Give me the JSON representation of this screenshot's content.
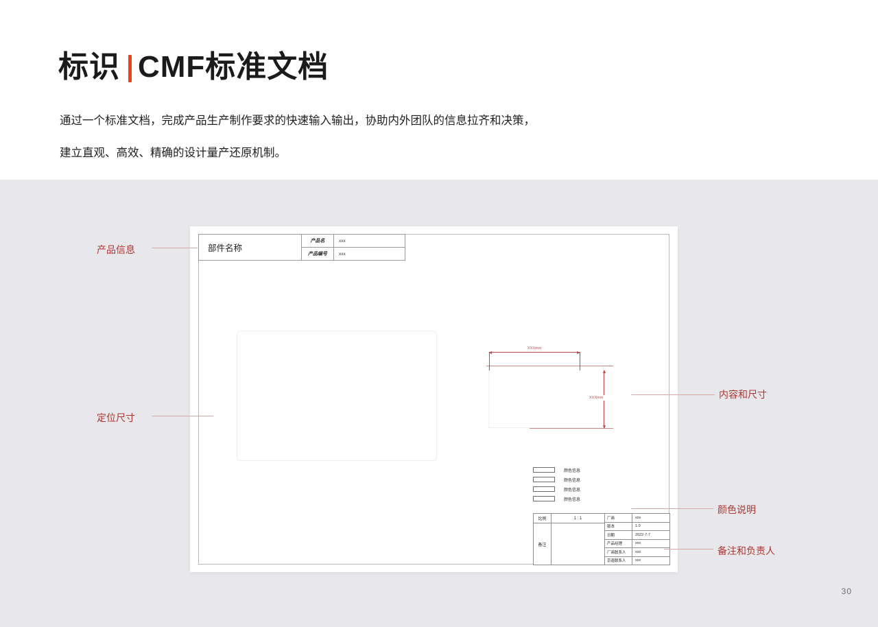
{
  "header": {
    "title_left": "标识",
    "title_right": "CMF标准文档",
    "accent_color": "#e8461a",
    "subtitle_line1": "通过一个标准文档，完成产品生产制作要求的快速输入输出，协助内外团队的信息拉齐和决策，",
    "subtitle_line2": "建立直观、高效、精确的设计量产还原机制。"
  },
  "annotations": {
    "product_info": "产品信息",
    "position_size": "定位尺寸",
    "content_size": "内容和尺寸",
    "color_note": "颜色说明",
    "remark_owner": "备注和负责人",
    "color": "#b0352f"
  },
  "sheet": {
    "info_table": {
      "part_name": "部件名称",
      "rows": [
        {
          "key": "产品名",
          "value": "xxx"
        },
        {
          "key": "产品编号",
          "value": "xxx"
        }
      ]
    },
    "dimensions": {
      "horizontal": "XXXmm",
      "vertical": "XXXmm",
      "line_color": "#bb4b4b"
    },
    "color_legend": [
      {
        "label": "颜色信息"
      },
      {
        "label": "颜色信息"
      },
      {
        "label": "颜色信息"
      },
      {
        "label": "颜色信息"
      }
    ],
    "bottom_table": {
      "scale_key": "比例",
      "scale_value": "1 : 1",
      "note_key": "备注",
      "note_value": "",
      "rows": [
        {
          "key": "厂商",
          "value": "xxx"
        },
        {
          "key": "版本",
          "value": "1.0"
        },
        {
          "key": "日期",
          "value": "2022-7-7"
        },
        {
          "key": "产品经理",
          "value": "xxx"
        },
        {
          "key": "厂商联系人",
          "value": "xxx"
        },
        {
          "key": "京造联系人",
          "value": "xxx"
        }
      ]
    }
  },
  "footer": {
    "page_number": "30"
  }
}
